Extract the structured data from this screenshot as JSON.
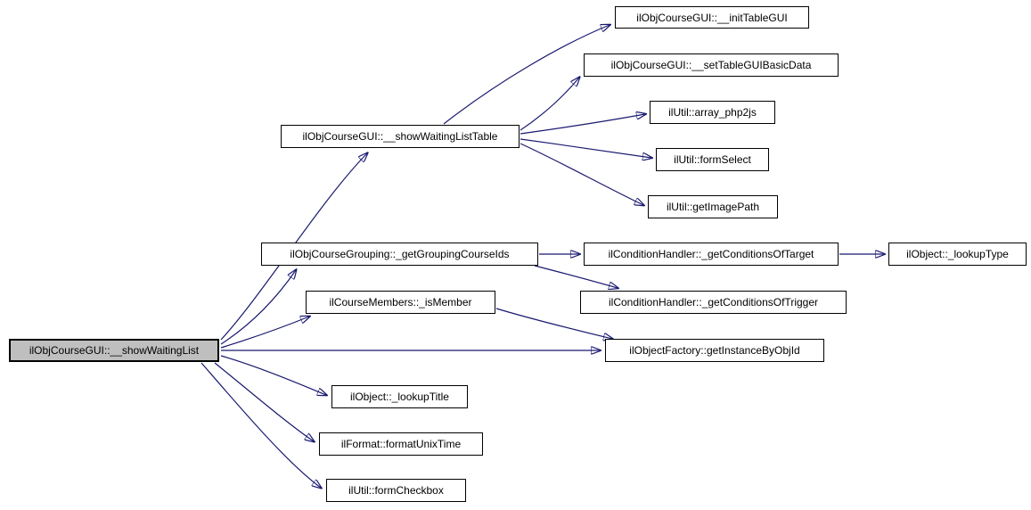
{
  "diagram": {
    "type": "call-graph",
    "background_color": "#ffffff",
    "edge_color": "#191970",
    "node_fill": "#ffffff",
    "node_border_color": "#000000",
    "root_node_fill": "#bfbfbf",
    "nodes": {
      "showWaitingList": {
        "label": "ilObjCourseGUI::__showWaitingList",
        "is_root": true
      },
      "showWaitingListTable": {
        "label": "ilObjCourseGUI::__showWaitingListTable"
      },
      "initTableGUI": {
        "label": "ilObjCourseGUI::__initTableGUI"
      },
      "setTableGUIBasicData": {
        "label": "ilObjCourseGUI::__setTableGUIBasicData"
      },
      "arrayPhp2js": {
        "label": "ilUtil::array_php2js"
      },
      "formSelect": {
        "label": "ilUtil::formSelect"
      },
      "getImagePath": {
        "label": "ilUtil::getImagePath"
      },
      "getGroupingCourseIds": {
        "label": "ilObjCourseGrouping::_getGroupingCourseIds"
      },
      "getConditionsOfTarget": {
        "label": "ilConditionHandler::_getConditionsOfTarget"
      },
      "lookupType": {
        "label": "ilObject::_lookupType"
      },
      "getConditionsOfTrigger": {
        "label": "ilConditionHandler::_getConditionsOfTrigger"
      },
      "isMember": {
        "label": "ilCourseMembers::_isMember"
      },
      "getInstanceByObjId": {
        "label": "ilObjectFactory::getInstanceByObjId"
      },
      "lookupTitle": {
        "label": "ilObject::_lookupTitle"
      },
      "formatUnixTime": {
        "label": "ilFormat::formatUnixTime"
      },
      "formCheckbox": {
        "label": "ilUtil::formCheckbox"
      }
    },
    "edges": [
      {
        "from": "showWaitingList",
        "to": "showWaitingListTable"
      },
      {
        "from": "showWaitingList",
        "to": "getGroupingCourseIds"
      },
      {
        "from": "showWaitingList",
        "to": "isMember"
      },
      {
        "from": "showWaitingList",
        "to": "getInstanceByObjId"
      },
      {
        "from": "showWaitingList",
        "to": "lookupTitle"
      },
      {
        "from": "showWaitingList",
        "to": "formatUnixTime"
      },
      {
        "from": "showWaitingList",
        "to": "formCheckbox"
      },
      {
        "from": "showWaitingListTable",
        "to": "initTableGUI"
      },
      {
        "from": "showWaitingListTable",
        "to": "setTableGUIBasicData"
      },
      {
        "from": "showWaitingListTable",
        "to": "arrayPhp2js"
      },
      {
        "from": "showWaitingListTable",
        "to": "formSelect"
      },
      {
        "from": "showWaitingListTable",
        "to": "getImagePath"
      },
      {
        "from": "getGroupingCourseIds",
        "to": "getConditionsOfTarget"
      },
      {
        "from": "getGroupingCourseIds",
        "to": "getConditionsOfTrigger"
      },
      {
        "from": "getConditionsOfTarget",
        "to": "lookupType"
      },
      {
        "from": "isMember",
        "to": "getInstanceByObjId"
      }
    ]
  }
}
